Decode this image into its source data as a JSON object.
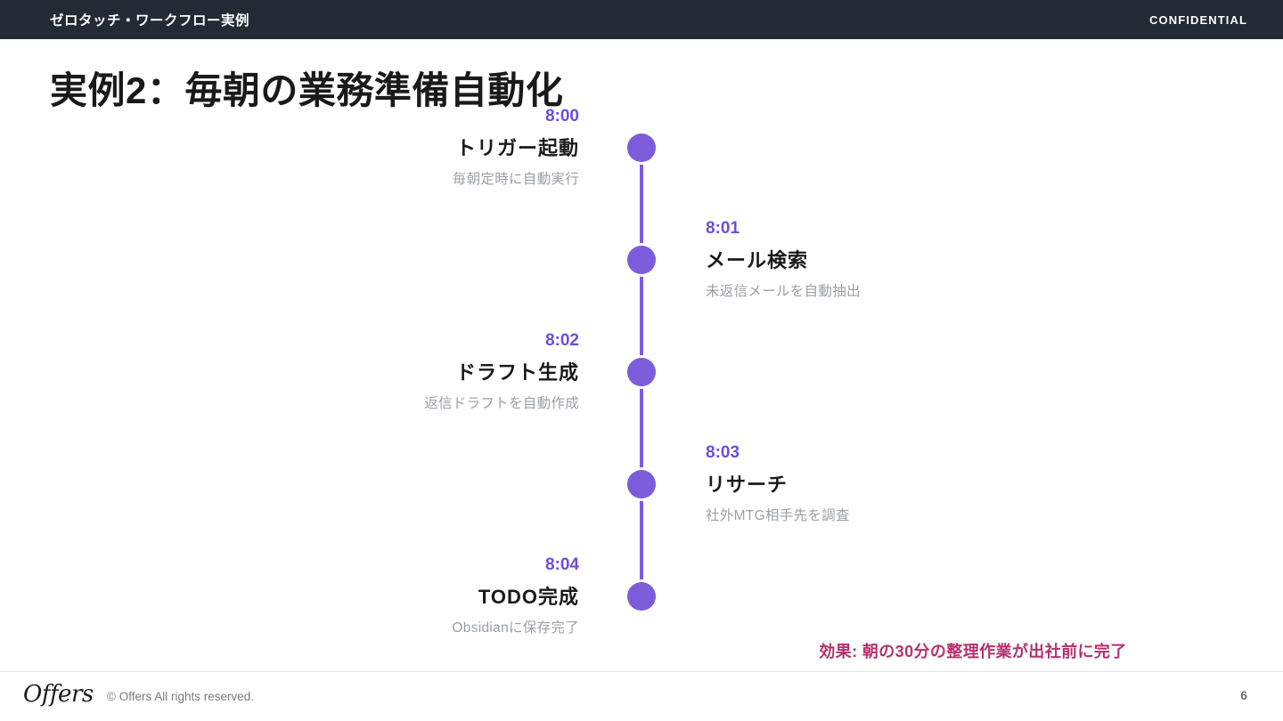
{
  "header": {
    "title": "ゼロタッチ・ワークフロー実例",
    "badge": "CONFIDENTIAL"
  },
  "slide": {
    "title": "実例2：毎朝の業務準備自動化"
  },
  "timeline": {
    "accent_color": "#7c5cdb",
    "time_color": "#6c4ed9",
    "nodes": [
      {
        "time": "8:00",
        "title": "トリガー起動",
        "desc": "毎朝定時に自動実行",
        "side": "left"
      },
      {
        "time": "8:01",
        "title": "メール検索",
        "desc": "未返信メールを自動抽出",
        "side": "right"
      },
      {
        "time": "8:02",
        "title": "ドラフト生成",
        "desc": "返信ドラフトを自動作成",
        "side": "left"
      },
      {
        "time": "8:03",
        "title": "リサーチ",
        "desc": "社外MTG相手先を調査",
        "side": "right"
      },
      {
        "time": "8:04",
        "title": "TODO完成",
        "desc": "Obsidianに保存完了",
        "side": "left"
      }
    ]
  },
  "result": {
    "text": "効果: 朝の30分の整理作業が出社前に完了",
    "color": "#b4316d"
  },
  "footer": {
    "logo": "Offers",
    "copyright": "© Offers All rights reserved.",
    "page_number": "6"
  }
}
